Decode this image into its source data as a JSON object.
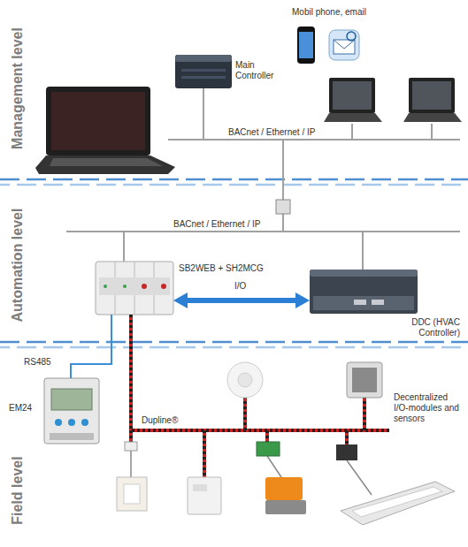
{
  "diagram": {
    "nodes": [
      {
        "text": [
          "Main Controller"
        ]
      },
      {
        "text": [
          "SB2WEB + SH2MCG"
        ]
      },
      {
        "text": [
          "DDC (HVAC Controller)"
        ]
      },
      {
        "text": [
          "EM24"
        ]
      }
    ],
    "edges": [
      {
        "from": 1,
        "to": 2,
        "arrow": "both",
        "label": "I/O"
      },
      {
        "from": 1,
        "to": 3,
        "arrow": "none",
        "label": "RS485"
      }
    ],
    "labels": [
      "Mobil phone, email",
      "BACnet / Ethernet / IP",
      "BACnet / Ethernet / IP",
      "Dupline®",
      "Decentralized I/O-modules and sensors",
      "Management level",
      "Automation level",
      "Field level"
    ]
  }
}
